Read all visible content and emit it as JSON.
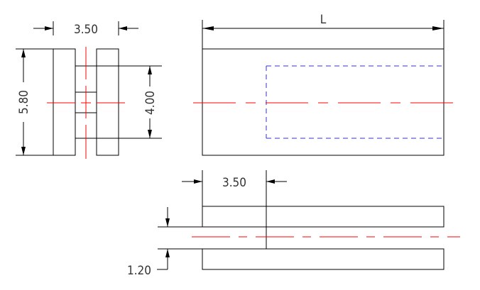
{
  "colors": {
    "object_line": "#000000",
    "center_line": "#ff0000",
    "hidden_line": "#3333cc",
    "text": "#333333"
  },
  "dimensions": {
    "front_width": "3.50",
    "front_height": "5.80",
    "front_inner_height": "4.00",
    "top_length": "L",
    "bottom_offset": "3.50",
    "bottom_thickness": "1.20"
  }
}
